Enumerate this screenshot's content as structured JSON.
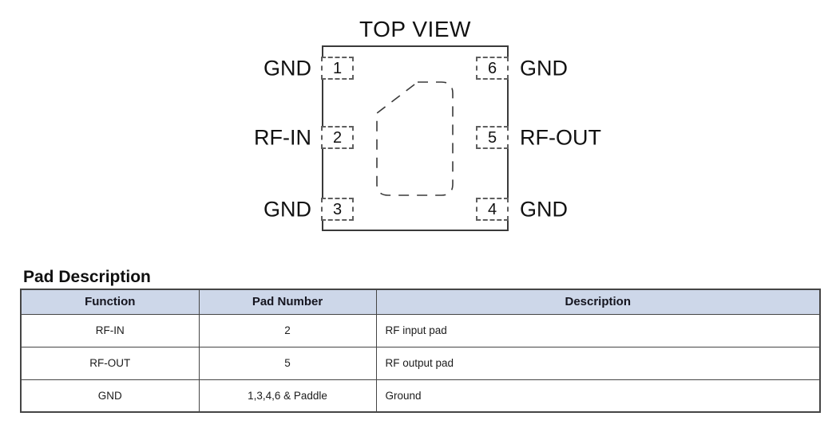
{
  "pinout": {
    "title": "TOP VIEW",
    "left_pins": [
      {
        "number": "1",
        "label": "GND"
      },
      {
        "number": "2",
        "label": "RF-IN"
      },
      {
        "number": "3",
        "label": "GND"
      }
    ],
    "right_pins": [
      {
        "number": "6",
        "label": "GND"
      },
      {
        "number": "5",
        "label": "RF-OUT"
      },
      {
        "number": "4",
        "label": "GND"
      }
    ]
  },
  "pad_table": {
    "title": "Pad Description",
    "headers": [
      "Function",
      "Pad Number",
      "Description"
    ],
    "rows": [
      [
        "RF-IN",
        "2",
        "RF input pad"
      ],
      [
        "RF-OUT",
        "5",
        "RF output pad"
      ],
      [
        "GND",
        "1,3,4,6 & Paddle",
        "Ground"
      ]
    ]
  },
  "colors": {
    "header_bg": "#cdd7e9",
    "border_col": "#454545",
    "text_col": "#161616"
  }
}
